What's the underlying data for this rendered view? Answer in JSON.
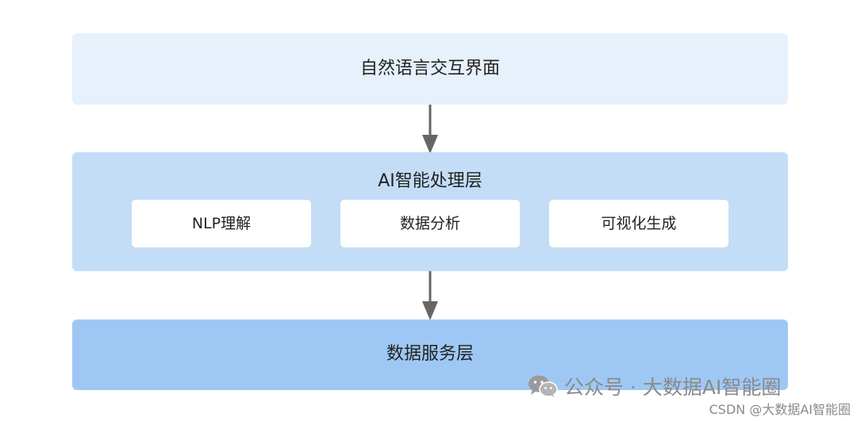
{
  "layers": {
    "top": {
      "title": "自然语言交互界面"
    },
    "middle": {
      "title": "AI智能处理层",
      "modules": [
        "NLP理解",
        "数据分析",
        "可视化生成"
      ]
    },
    "bottom": {
      "title": "数据服务层"
    }
  },
  "watermark": {
    "text": "公众号 · 大数据AI智能圈",
    "icon": "wechat-icon",
    "csdn": "CSDN @大数据AI智能圈"
  },
  "colors": {
    "top_layer": "#e6f1fc",
    "middle_layer": "#c3ddf7",
    "bottom_layer": "#9ec8f3",
    "module": "#ffffff",
    "arrow": "#666666"
  }
}
